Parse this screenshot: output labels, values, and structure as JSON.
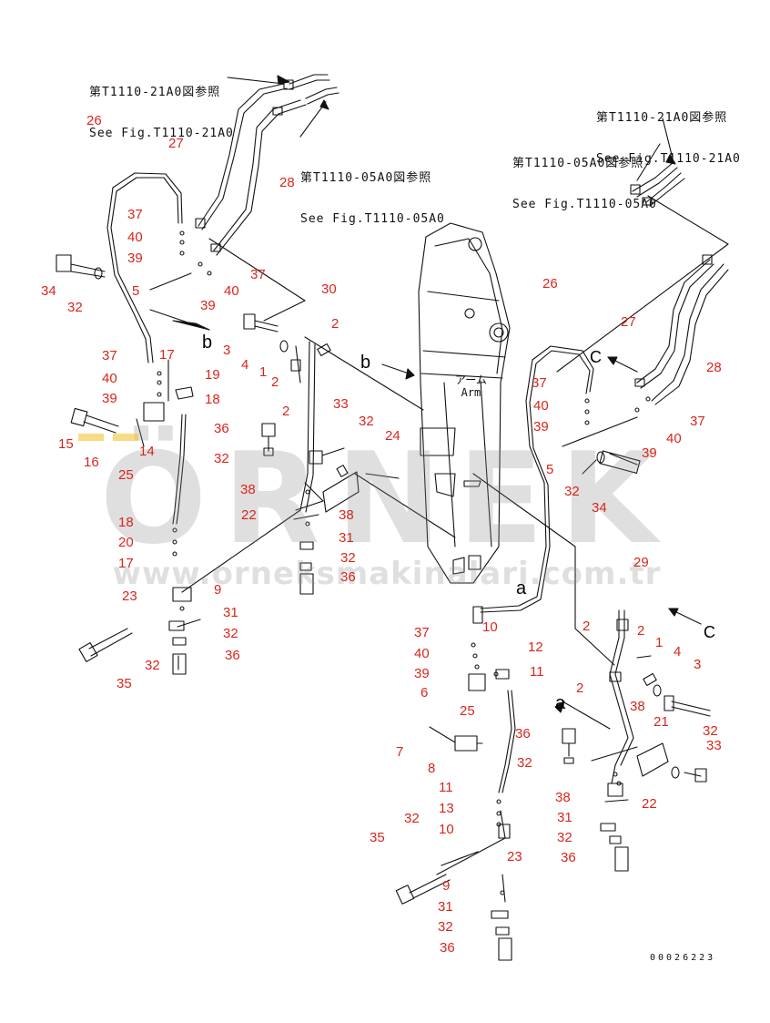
{
  "colors": {
    "callout": "#d9261c",
    "line": "#111111",
    "watermark": "#8f8f8f",
    "watermark_accent": "#f0c020"
  },
  "watermark": {
    "brand": "ÖRNEK",
    "url": "www.orneksmakinalari.com.tr"
  },
  "arm": {
    "jp": "アーム",
    "en": "Arm"
  },
  "refs": [
    {
      "jp": "第T1110-21A0図参照",
      "en": "See Fig.T1110-21A0"
    },
    {
      "jp": "第T1110-05A0図参照",
      "en": "See Fig.T1110-05A0"
    },
    {
      "jp": "第T1110-21A0図参照",
      "en": "See Fig.T1110-21A0"
    },
    {
      "jp": "第T1110-05A0図参照",
      "en": "See Fig.T1110-05A0"
    }
  ],
  "view_letters": [
    "b",
    "b",
    "a",
    "a",
    "C",
    "C"
  ],
  "callouts": [
    "26",
    "27",
    "28",
    "37",
    "40",
    "39",
    "5",
    "39",
    "40",
    "37",
    "34",
    "32",
    "30",
    "2",
    "3",
    "4",
    "1",
    "2",
    "17",
    "37",
    "40",
    "39",
    "19",
    "18",
    "14",
    "15",
    "16",
    "25",
    "2",
    "33",
    "32",
    "24",
    "36",
    "32",
    "38",
    "22",
    "38",
    "31",
    "32",
    "36",
    "18",
    "20",
    "17",
    "23",
    "9",
    "31",
    "32",
    "36",
    "35",
    "32",
    "26",
    "37",
    "40",
    "39",
    "5",
    "27",
    "28",
    "37",
    "39",
    "40",
    "32",
    "34",
    "29",
    "2",
    "2",
    "1",
    "4",
    "3",
    "2",
    "10",
    "12",
    "11",
    "37",
    "40",
    "39",
    "6",
    "25",
    "7",
    "8",
    "36",
    "32",
    "38",
    "21",
    "32",
    "33",
    "11",
    "13",
    "10",
    "38",
    "22",
    "31",
    "32",
    "36",
    "35",
    "32",
    "23",
    "9",
    "31",
    "32",
    "36"
  ],
  "doc_number": "00026223"
}
